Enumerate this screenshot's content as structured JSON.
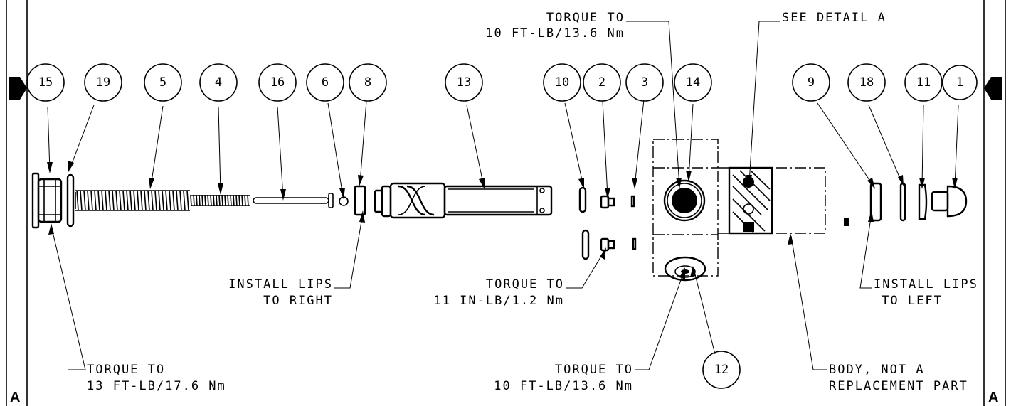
{
  "zone_label": "A",
  "balloons": [
    "15",
    "19",
    "5",
    "4",
    "16",
    "6",
    "8",
    "13",
    "10",
    "2",
    "3",
    "14",
    "9",
    "18",
    "11",
    "1",
    "12"
  ],
  "notes": {
    "torque_top_l1": "TORQUE TO",
    "torque_top_l2": "10 FT-LB/13.6 Nm",
    "see_detail": "SEE DETAIL  A",
    "install_right_l1": "INSTALL LIPS",
    "install_right_l2": "TO RIGHT",
    "torque_small_l1": "TORQUE TO",
    "torque_small_l2": "11 IN-LB/1.2 Nm",
    "install_left_l1": "INSTALL LIPS",
    "install_left_l2": "TO LEFT",
    "torque_left_l1": "TORQUE TO",
    "torque_left_l2": "13 FT-LB/17.6 Nm",
    "torque_bottom_l1": "TORQUE TO",
    "torque_bottom_l2": "10 FT-LB/13.6 Nm",
    "body_l1": "BODY, NOT A",
    "body_l2": "REPLACEMENT PART"
  }
}
